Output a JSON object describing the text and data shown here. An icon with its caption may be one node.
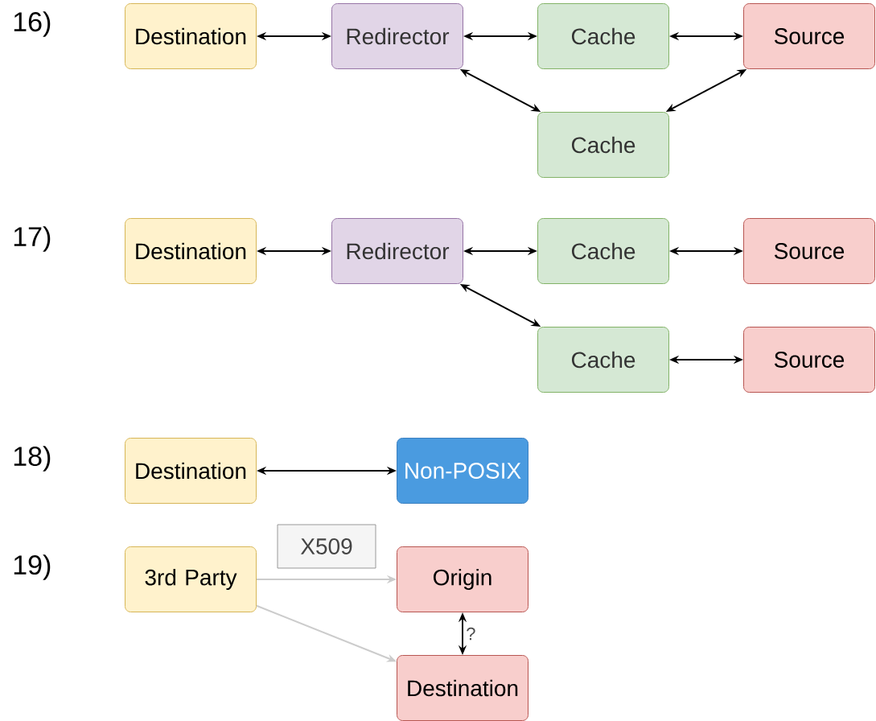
{
  "diagram": {
    "nodes": [
      {
        "text": [
          "Destination"
        ]
      },
      {
        "text": [
          "Redirector"
        ]
      },
      {
        "text": [
          "Cache"
        ]
      },
      {
        "text": [
          "Source"
        ]
      },
      {
        "text": [
          "Cache"
        ]
      },
      {
        "text": [
          "Destination"
        ]
      },
      {
        "text": [
          "Redirector"
        ]
      },
      {
        "text": [
          "Cache"
        ]
      },
      {
        "text": [
          "Source"
        ]
      },
      {
        "text": [
          "Cache"
        ]
      },
      {
        "text": [
          "Source"
        ]
      },
      {
        "text": [
          "Destination"
        ]
      },
      {
        "text": [
          "Non-POSIX"
        ]
      },
      {
        "text": [
          "X509"
        ]
      },
      {
        "text": [
          "3rd Party"
        ]
      },
      {
        "text": [
          "Origin"
        ]
      },
      {
        "text": [
          "Destination"
        ]
      }
    ],
    "edges": [
      {
        "from": 0,
        "to": 1,
        "arrow": "both"
      },
      {
        "from": 1,
        "to": 2,
        "arrow": "both"
      },
      {
        "from": 2,
        "to": 3,
        "arrow": "both"
      },
      {
        "from": 1,
        "to": 4,
        "arrow": "both"
      },
      {
        "from": 4,
        "to": 3,
        "arrow": "both"
      },
      {
        "from": 5,
        "to": 6,
        "arrow": "both"
      },
      {
        "from": 6,
        "to": 7,
        "arrow": "both"
      },
      {
        "from": 7,
        "to": 8,
        "arrow": "both"
      },
      {
        "from": 6,
        "to": 9,
        "arrow": "both"
      },
      {
        "from": 9,
        "to": 10,
        "arrow": "both"
      },
      {
        "from": 11,
        "to": 12,
        "arrow": "both"
      },
      {
        "from": 14,
        "to": 15,
        "arrow": "to",
        "color": "#cccccc"
      },
      {
        "from": 14,
        "to": 16,
        "arrow": "to",
        "color": "#cccccc"
      },
      {
        "from": 15,
        "to": 16,
        "arrow": "both",
        "label": "?"
      }
    ],
    "labels": [
      "16)",
      "17)",
      "18)",
      "19)"
    ]
  }
}
